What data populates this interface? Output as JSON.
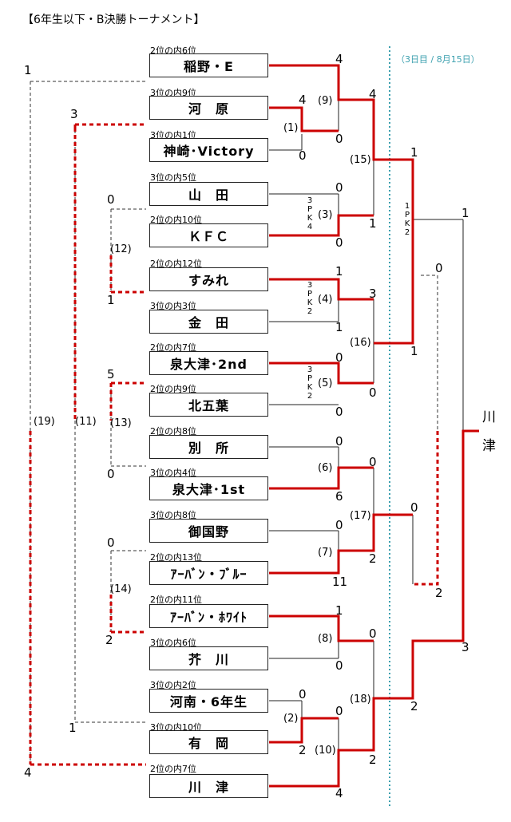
{
  "title": "【6年生以下・B決勝トーナメント】",
  "day_note": "（3日目 / 8月15日）",
  "teams": [
    {
      "name": "稲野・E",
      "seed": "2位の内6位"
    },
    {
      "name": "河　原",
      "seed": "3位の内9位"
    },
    {
      "name": "神崎･Victory",
      "seed": "3位の内1位"
    },
    {
      "name": "山　田",
      "seed": "3位の内5位"
    },
    {
      "name": "ＫＦＣ",
      "seed": "2位の内10位"
    },
    {
      "name": "すみれ",
      "seed": "2位の内12位"
    },
    {
      "name": "金　田",
      "seed": "3位の内3位"
    },
    {
      "name": "泉大津･2nd",
      "seed": "2位の内7位"
    },
    {
      "name": "北五葉",
      "seed": "2位の内9位"
    },
    {
      "name": "別　所",
      "seed": "2位の内8位"
    },
    {
      "name": "泉大津･1st",
      "seed": "3位の内4位"
    },
    {
      "name": "御国野",
      "seed": "3位の内8位"
    },
    {
      "name": "ｱｰﾊﾞﾝ・ﾌﾞﾙｰ",
      "seed": "2位の内13位"
    },
    {
      "name": "ｱｰﾊﾞﾝ・ﾎﾜｲﾄ",
      "seed": "2位の内11位"
    },
    {
      "name": "芥　川",
      "seed": "3位の内6位"
    },
    {
      "name": "河南・6年生",
      "seed": "3位の内2位"
    },
    {
      "name": "有　岡",
      "seed": "3位の内10位"
    },
    {
      "name": "川　津",
      "seed": "2位の内7位"
    }
  ],
  "match_numbers": [
    "(1)",
    "(2)",
    "(3)",
    "(4)",
    "(5)",
    "(6)",
    "(7)",
    "(8)",
    "(9)",
    "(10)",
    "(11)",
    "(12)",
    "(13)",
    "(14)",
    "(15)",
    "(16)",
    "(17)",
    "(18)",
    "(19)"
  ],
  "scores": {
    "m1": [
      "4",
      "0"
    ],
    "m2": [
      "0",
      "2"
    ],
    "m3": [
      "0",
      "0"
    ],
    "m4": [
      "1",
      "1"
    ],
    "m5": [
      "0",
      "0"
    ],
    "m6": [
      "0",
      "6"
    ],
    "m7": [
      "0",
      "11"
    ],
    "m8": [
      "1",
      "0"
    ],
    "m9": [
      "4",
      "0"
    ],
    "m10": [
      "0",
      "4"
    ],
    "m11": [
      "3",
      "1"
    ],
    "m12": [
      "0",
      "1"
    ],
    "m13": [
      "5",
      "0"
    ],
    "m14": [
      "0",
      "2"
    ],
    "m15": [
      "4",
      "1"
    ],
    "m16": [
      "3",
      "0"
    ],
    "m17": [
      "0",
      "2"
    ],
    "m18": [
      "0",
      "2"
    ],
    "m19": [
      "1",
      "4"
    ],
    "sf1": [
      "1",
      "1"
    ],
    "sf2": [
      "0",
      "2"
    ],
    "sf_left": [
      "0",
      "2"
    ],
    "final": [
      "1",
      "3"
    ]
  },
  "pk_notes": {
    "m3": [
      "3",
      "P",
      "K",
      "4"
    ],
    "m4": [
      "3",
      "P",
      "K",
      "2"
    ],
    "m5": [
      "3",
      "P",
      "K",
      "2"
    ],
    "sf1": [
      "1",
      "P",
      "K",
      "2"
    ]
  },
  "champion": [
    "川",
    "津"
  ],
  "colors": {
    "winner": "#cc0000",
    "line": "#222222",
    "divider": "#3a9fae",
    "day_text": "#3a9fae"
  }
}
